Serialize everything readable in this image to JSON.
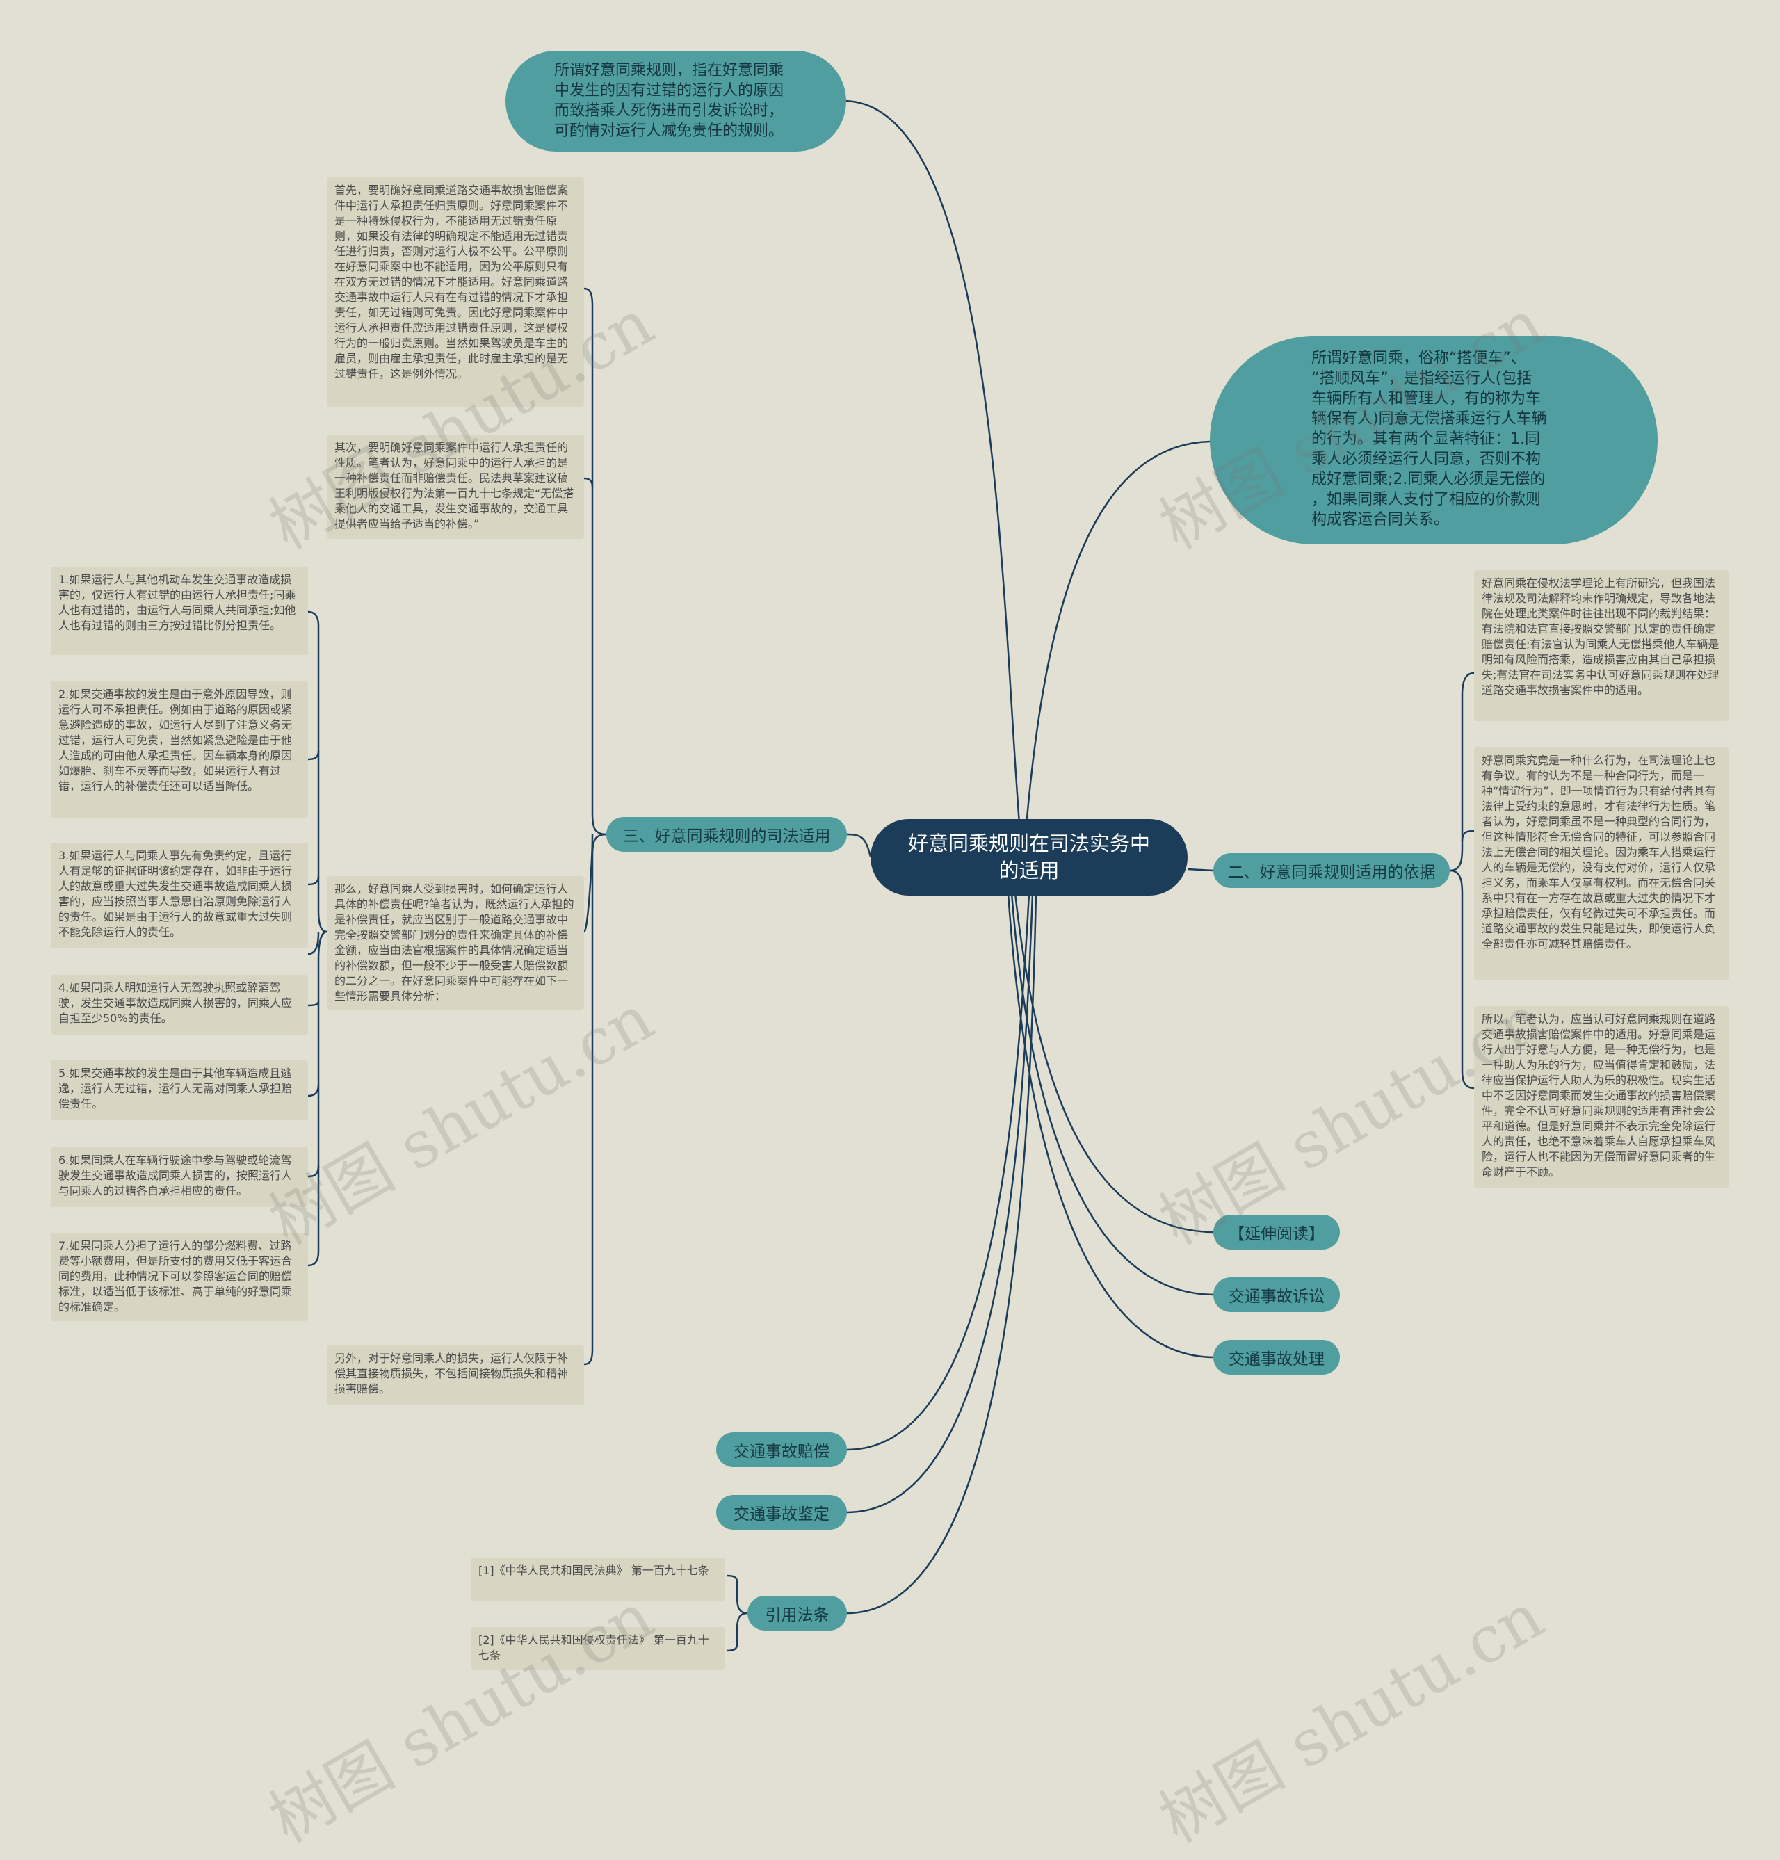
{
  "center": "好意同乘规则在司法实务中的适用",
  "top_bubble": {
    "lines": [
      "所谓好意同乘规则，指在好意同乘",
      "中发生的因有过错的运行人的原因",
      "而致搭乘人死伤进而引发诉讼时，",
      "可酌情对运行人减免责任的规则。"
    ]
  },
  "right_bubble": {
    "lines": [
      "所谓好意同乘，俗称“搭便车”、",
      "“搭顺风车”，是指经运行人(包括",
      "车辆所有人和管理人，有的称为车",
      "辆保有人)同意无偿搭乘运行人车辆",
      "的行为。其有两个显著特征：1.同",
      "乘人必须经运行人同意，否则不构",
      "成好意同乘;2.同乘人必须是无偿的",
      "，如果同乘人支付了相应的价款则",
      "构成客运合同关系。"
    ]
  },
  "branches": {
    "section3": "三、好意同乘规则的司法适用",
    "section2": "二、好意同乘规则适用的依据",
    "ext_reading": "【延伸阅读】",
    "lawsuit": "交通事故诉讼",
    "handling": "交通事故处理",
    "compensation": "交通事故赔偿",
    "appraisal": "交通事故鉴定",
    "laws": "引用法条"
  },
  "section3_texts": {
    "first": "首先，要明确好意同乘道路交通事故损害赔偿案件中运行人承担责任归责原则。好意同乘案件不是一种特殊侵权行为，不能适用无过错责任原则，如果没有法律的明确规定不能适用无过错责任进行归责，否则对运行人极不公平。公平原则在好意同乘案中也不能适用，因为公平原则只有在双方无过错的情况下才能适用。好意同乘道路交通事故中运行人只有在有过错的情况下才承担责任，如无过错则可免责。因此好意同乘案件中运行人承担责任应适用过错责任原则，这是侵权行为的一般归责原则。当然如果驾驶员是车主的雇员，则由雇主承担责任，此时雇主承担的是无过错责任，这是例外情况。",
    "second": "其次，要明确好意同乘案件中运行人承担责任的性质。笔者认为，好意同乘中的运行人承担的是一种补偿责任而非赔偿责任。民法典草案建议稿王利明版侵权行为法第一百九十七条规定“无偿搭乘他人的交通工具，发生交通事故的，交通工具提供者应当给予适当的补偿。”",
    "third": "那么，好意同乘人受到损害时，如何确定运行人具体的补偿责任呢?笔者认为，既然运行人承担的是补偿责任，就应当区别于一般道路交通事故中完全按照交警部门划分的责任来确定具体的补偿金额，应当由法官根据案件的具体情况确定适当的补偿数额，但一般不少于一般受害人赔偿数额的二分之一。在好意同乘案件中可能存在如下一些情形需要具体分析：",
    "fourth": "另外，对于好意同乘人的损失，运行人仅限于补偿其直接物质损失，不包括间接物质损失和精神损害赔偿。"
  },
  "cases": [
    "1.如果运行人与其他机动车发生交通事故造成损害的，仅运行人有过错的由运行人承担责任;同乘人也有过错的，由运行人与同乘人共同承担;如他人也有过错的则由三方按过错比例分担责任。",
    "2.如果交通事故的发生是由于意外原因导致，则运行人可不承担责任。例如由于道路的原因或紧急避险造成的事故，如运行人尽到了注意义务无过错，运行人可免责，当然如紧急避险是由于他人造成的可由他人承担责任。因车辆本身的原因如爆胎、刹车不灵等而导致，如果运行人有过错，运行人的补偿责任还可以适当降低。",
    "3.如果运行人与同乘人事先有免责约定，且运行人有足够的证据证明该约定存在，如非由于运行人的故意或重大过失发生交通事故造成同乘人损害的，应当按照当事人意思自治原则免除运行人的责任。如果是由于运行人的故意或重大过失则不能免除运行人的责任。",
    "4.如果同乘人明知运行人无驾驶执照或醉酒驾驶，发生交通事故造成同乘人损害的，同乘人应自担至少50%的责任。",
    "5.如果交通事故的发生是由于其他车辆造成且逃逸，运行人无过错，运行人无需对同乘人承担赔偿责任。",
    "6.如果同乘人在车辆行驶途中参与驾驶或轮流驾驶发生交通事故造成同乘人损害的，按照运行人与同乘人的过错各自承担相应的责任。",
    "7.如果同乘人分担了运行人的部分燃料费、过路费等小额费用，但是所支付的费用又低于客运合同的费用，此种情况下可以参照客运合同的赔偿标准，以适当低于该标准、高于单纯的好意同乘的标准确定。"
  ],
  "section2_texts": [
    "好意同乘在侵权法学理论上有所研究，但我国法律法规及司法解释均未作明确规定，导致各地法院在处理此类案件时往往出现不同的裁判结果：有法院和法官直接按照交警部门认定的责任确定赔偿责任;有法官认为同乘人无偿搭乘他人车辆是明知有风险而搭乘，造成损害应由其自己承担损失;有法官在司法实务中认可好意同乘规则在处理道路交通事故损害案件中的适用。",
    "好意同乘究竟是一种什么行为，在司法理论上也有争议。有的认为不是一种合同行为，而是一种“情谊行为”，即一项情谊行为只有给付者具有法律上受约束的意思时，才有法律行为性质。笔者认为，好意同乘虽不是一种典型的合同行为，但这种情形符合无偿合同的特征，可以参照合同法上无偿合同的相关理论。因为乘车人搭乘运行人的车辆是无偿的，没有支付对价，运行人仅承担义务，而乘车人仅享有权利。而在无偿合同关系中只有在一方存在故意或重大过失的情况下才承担赔偿责任，仅有轻微过失可不承担责任。而道路交通事故的发生只能是过失，即使运行人负全部责任亦可减轻其赔偿责任。",
    "所以，笔者认为，应当认可好意同乘规则在道路交通事故损害赔偿案件中的适用。好意同乘是运行人出于好意与人方便，是一种无偿行为，也是一种助人为乐的行为，应当值得肯定和鼓励，法律应当保护运行人助人为乐的积极性。现实生活中不乏因好意同乘而发生交通事故的损害赔偿案件，完全不认可好意同乘规则的适用有违社会公平和道德。但是好意同乘并不表示完全免除运行人的责任，也绝不意味着乘车人自愿承担乘车风险，运行人也不能因为无偿而置好意同乘者的生命财产于不顾。"
  ],
  "laws": [
    "[1]《中华人民共和国民法典》 第一百九十七条",
    "[2]《中华人民共和国侵权责任法》 第一百九十七条"
  ],
  "watermark": "树图 shutu.cn",
  "colors": {
    "background": "#e2e0d3",
    "center": "#1c3d5a",
    "branch": "#519ea1",
    "card": "#d8d5c2",
    "line": "#1c3d5a"
  }
}
